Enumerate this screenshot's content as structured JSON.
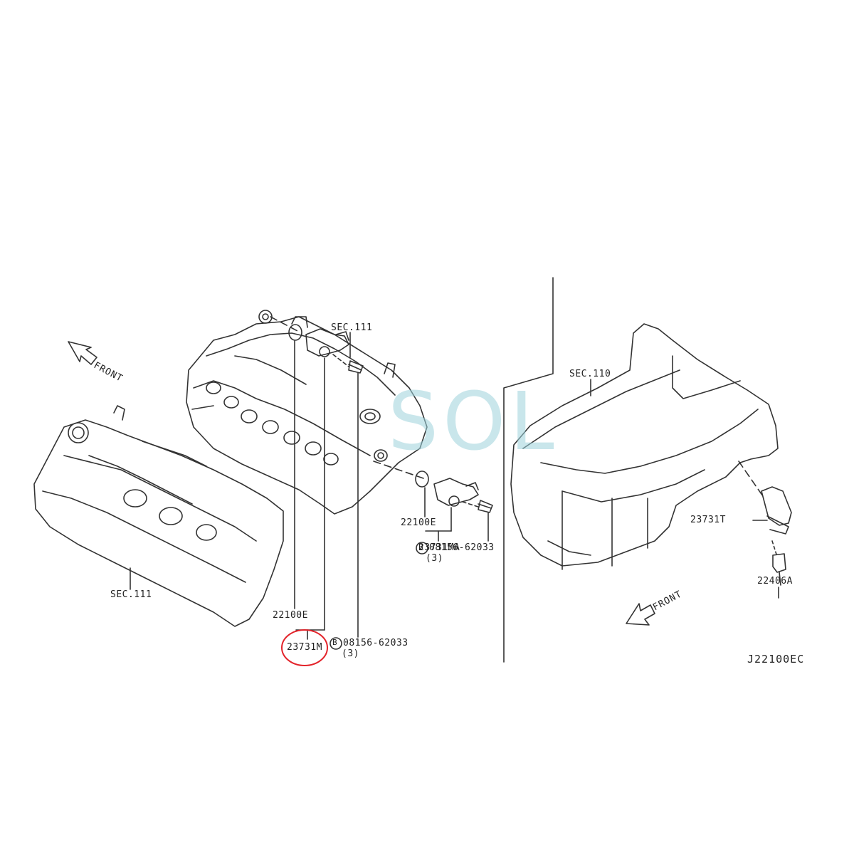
{
  "watermark": {
    "text": "SOL",
    "color": "#9ed3dc"
  },
  "labels": {
    "sec111_top": "SEC.111",
    "sec111_bottom": "SEC.111",
    "sec110": "SEC.110",
    "front_left": "FRONT",
    "front_right": "FRONT",
    "p22100e_upper": "22100E",
    "p23731ma": "23731MA",
    "bolt_upper": "08156-62033",
    "qty_upper": "(3)",
    "p22100e_lower": "22100E",
    "p23731m": "23731M",
    "bolt_lower": "08156-62033",
    "qty_lower": "(3)",
    "p23731t": "23731T",
    "p22406a": "22406A",
    "bolt_marker": "B",
    "diagram_code": "J22100EC"
  },
  "highlight": {
    "part": "23731M",
    "color": "#e3232a"
  },
  "icons": [
    "front-arrow-icon",
    "bolt-marker-icon"
  ]
}
